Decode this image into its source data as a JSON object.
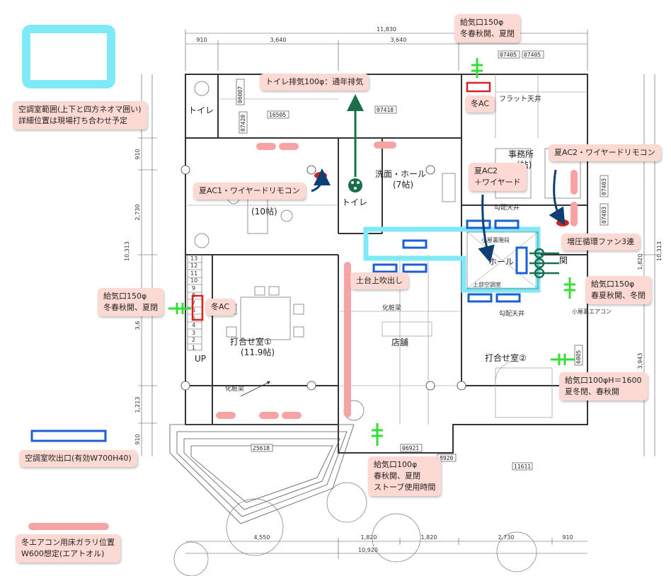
{
  "dimensions": {
    "top_total": "11,830",
    "top_segments": [
      "910",
      "3,640",
      "3,640"
    ],
    "bottom_total": "10,920",
    "bottom_segments": [
      "4,550",
      "1,820",
      "1,820",
      "2,730",
      "910"
    ],
    "left_segments": [
      "910",
      "2,730",
      "3,6",
      "1,213",
      "910"
    ],
    "left_total": "10,313",
    "right_segments": [
      "1,820",
      "3,943"
    ],
    "right_total": "10,313"
  },
  "rooms": {
    "toilet1": "トイレ",
    "toilet2": "トイレ",
    "living_label": "(10帖)",
    "washroom": "洗面・ホール",
    "washroom_size": "(7帖)",
    "office": "事務所",
    "office_size": "(帖)",
    "flat_ceiling": "フラット天井",
    "slope_ceiling1": "勾配天井",
    "slope_ceiling2": "勾配天井",
    "meeting1": "打合せ室①",
    "meeting1_size": "(11.9帖)",
    "shop": "店舗",
    "meeting2": "打合せ室②",
    "makeup_beam1": "化粧梁",
    "makeup_beam2": "化粧梁",
    "upper_ac_room": "上部空調室",
    "attic_stairs": "小屋裏階段",
    "attic_ac": "小屋裏エアコン",
    "up": "UP",
    "entrance": "関",
    "hall": "ホール"
  },
  "tags": [
    "06007",
    "07420",
    "16505",
    "07418",
    "07405",
    "07405",
    "07403",
    "07403",
    "25618",
    "06921",
    "8920",
    "11611",
    "6005"
  ],
  "stair_steps": [
    "13",
    "12",
    "11",
    "10",
    "9",
    "8",
    "7",
    "6",
    "5",
    "4",
    "3",
    "2",
    "1"
  ],
  "callouts": {
    "ac_range": [
      "空調室範囲(上下と四方ネオマ囲い)",
      "詳細位置は現場打ち合わせ予定"
    ],
    "toilet_exhaust": [
      "トイレ排気100φ：通年排気"
    ],
    "supply_top": [
      "給気口150φ",
      "冬春秋開、夏閉"
    ],
    "winter_ac_top": [
      "冬AC"
    ],
    "summer_ac1": [
      "夏AC1・ワイヤードリモコン"
    ],
    "summer_ac2_center": [
      "夏AC2",
      "＋ワイヤード"
    ],
    "summer_ac2_right": [
      "夏AC2・ワイヤードリモコン"
    ],
    "pressure_fan": [
      "増圧循環ファン3連"
    ],
    "sill_outlet": [
      "土台上吹出し"
    ],
    "supply_right_150": [
      "給気口150φ",
      "春夏秋開、冬閉"
    ],
    "supply_left_150": [
      "給気口150φ",
      "冬春秋開、夏閉"
    ],
    "winter_ac_left": [
      "冬AC"
    ],
    "supply_right_100": [
      "給気口100φH＝1600",
      "夏冬閉、春秋開"
    ],
    "supply_bottom_100": [
      "給気口100φ",
      "春秋開、夏閉",
      "ストーブ使用時間"
    ],
    "outlet_legend": [
      "空調室吹出口(有効W700H40)"
    ],
    "grille_legend": [
      "冬エアコン用床ガラリ位置",
      "W600想定(エアトオル)"
    ]
  },
  "colors": {
    "ac_range": "#7fe9f7",
    "outlet": "#1a5fd6",
    "grille": "#f7a3a3",
    "supply": "#33dd33",
    "exhaust": "#1a6e4a",
    "arrow": "#0d3f73",
    "remote": "#d42020",
    "callout_bg": "#fcd9d2",
    "wall": "#333333"
  }
}
